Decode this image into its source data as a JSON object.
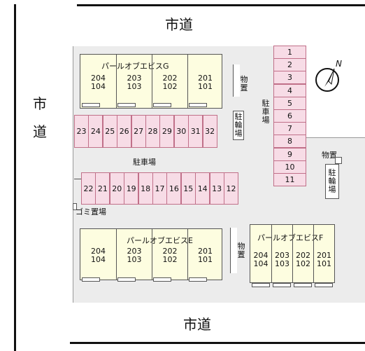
{
  "roads": {
    "top": "市道",
    "bottom": "市道",
    "left": [
      "市",
      "道"
    ]
  },
  "buildings": {
    "g": {
      "name": "パールオブエビスG",
      "units": [
        [
          "204",
          "104"
        ],
        [
          "203",
          "103"
        ],
        [
          "202",
          "102"
        ],
        [
          "201",
          "101"
        ]
      ]
    },
    "e": {
      "name": "パールオブエビスE",
      "units": [
        [
          "204",
          "104"
        ],
        [
          "203",
          "103"
        ],
        [
          "202",
          "102"
        ],
        [
          "201",
          "101"
        ]
      ]
    },
    "f": {
      "name": "パールオブエビスF",
      "units": [
        [
          "204",
          "104"
        ],
        [
          "203",
          "103"
        ],
        [
          "202",
          "102"
        ],
        [
          "201",
          "101"
        ]
      ]
    }
  },
  "parking": {
    "label": "駐車場",
    "right_label": [
      "駐",
      "車",
      "場"
    ],
    "row_top": [
      "23",
      "24",
      "25",
      "26",
      "27",
      "28",
      "29",
      "30",
      "31",
      "32"
    ],
    "row_bottom": [
      "22",
      "21",
      "20",
      "19",
      "18",
      "17",
      "16",
      "15",
      "14",
      "13",
      "12"
    ],
    "column_right": [
      "1",
      "2",
      "3",
      "4",
      "5",
      "6",
      "7",
      "8",
      "9",
      "10",
      "11"
    ]
  },
  "facilities": {
    "storage_1": [
      "物",
      "置"
    ],
    "storage_2": [
      "物",
      "置"
    ],
    "storage_3": "物置",
    "bike_1": [
      "駐",
      "輪",
      "場"
    ],
    "bike_2": [
      "駐",
      "輪",
      "場"
    ],
    "garbage": "ゴミ置場"
  },
  "compass": {
    "letter": "N"
  }
}
